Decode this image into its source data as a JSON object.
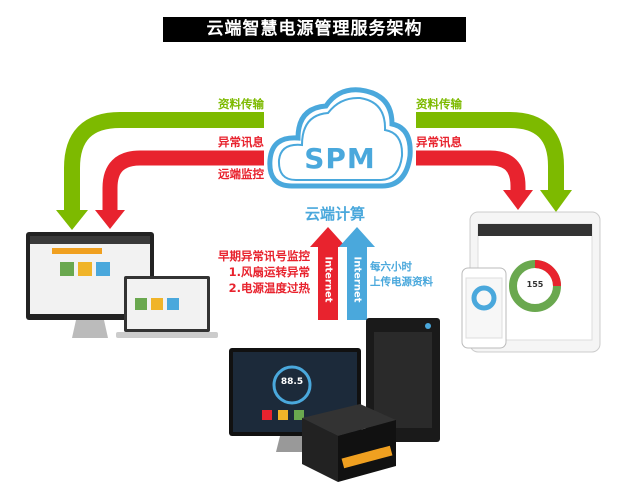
{
  "title": "云端智慧电源管理服务架构",
  "cloud": {
    "label": "SPM",
    "caption": "云端计算"
  },
  "left_labels": {
    "data": "资料传输",
    "alert": "异常讯息",
    "remote": "远端监控"
  },
  "right_labels": {
    "data": "资料传输",
    "alert": "异常讯息"
  },
  "upload": {
    "red_arrow_text": "Internet",
    "blue_arrow_text": "Internet",
    "red_notes": [
      "早期异常讯号监控",
      "1.风扇运转异常",
      "2.电源温度过热"
    ],
    "blue_notes": [
      "每六小时",
      "上传电源资料"
    ]
  },
  "devices": {
    "monitor_reading": "88.5",
    "tablet_reading": "155"
  },
  "colors": {
    "green": "#7dba00",
    "red": "#e8232e",
    "blue": "#4aa8dc",
    "black": "#000000"
  }
}
